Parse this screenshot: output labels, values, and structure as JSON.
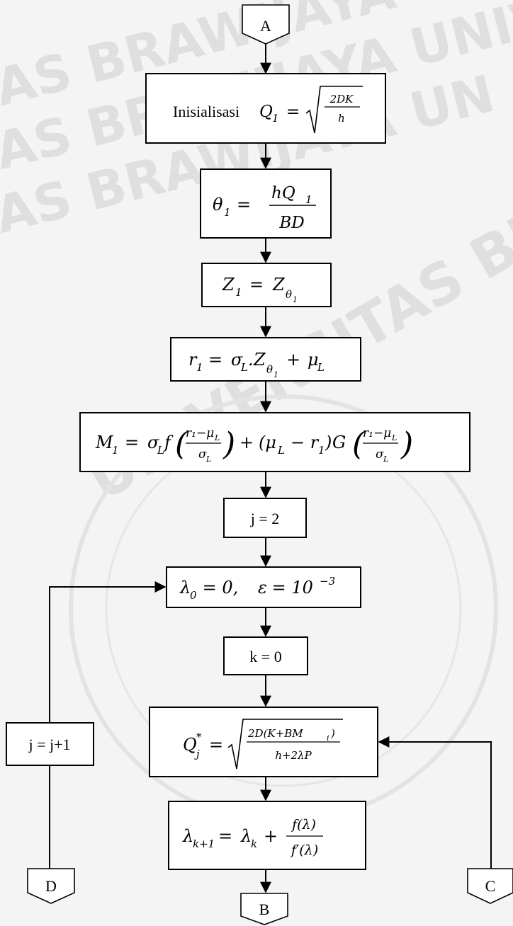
{
  "watermark": {
    "lines": [
      "AS BRAWIJAYA UNIVER",
      "AS BRAWIJAYA UNIV",
      "AS BRAWIJAYA UN",
      "UNIVERSITAS BRAWIJAYA"
    ],
    "text_color": "#cfcfcf"
  },
  "connectors": {
    "A": "A",
    "B": "B",
    "C": "C",
    "D": "D"
  },
  "steps": {
    "init": {
      "label": "Inisialisasi",
      "lhs": "Q",
      "sub": "1",
      "rad_num": "2DK",
      "rad_den": "h"
    },
    "theta": {
      "lhs": "θ",
      "sub": "1",
      "num": "hQ",
      "num_sub": "1",
      "den": "BD"
    },
    "z": {
      "lhs": "Z",
      "sub": "1",
      "rhs": "Z",
      "rhs_sub": "θ",
      "rhs_subsub": "1"
    },
    "r": {
      "lhs": "r",
      "sub": "1",
      "sigma": "σ",
      "sigma_sub": "L",
      "z": "Z",
      "z_sub": "θ",
      "z_subsub": "1",
      "mu": "μ",
      "mu_sub": "L"
    },
    "m": {
      "lhs": "M",
      "sub": "1",
      "f": "f",
      "g": "G",
      "frac_num": "r₁−μ",
      "frac_num_sub": "L",
      "frac_den": "σ",
      "frac_den_sub": "L",
      "paren_mid": "(μ",
      "paren_mid_sub": "L",
      "paren_mid_rest": "− r",
      "paren_mid_rest_sub": "1",
      "paren_close": ")"
    },
    "j_init": {
      "text": "j = 2"
    },
    "lambda0": {
      "lambda": "λ",
      "sub": "0",
      "rest": " = 0, ",
      "eps": "ε",
      "eq": " = 10",
      "exp": "−3"
    },
    "k_init": {
      "text": "k = 0"
    },
    "qj": {
      "lhs": "Q",
      "sup": "*",
      "sub": "j",
      "num": "2D(K+BM",
      "num_sub": "i",
      "num_close": ")",
      "den": "h+2λP"
    },
    "lambda_update": {
      "lhs": "λ",
      "sub": "k+1",
      "mid": "λ",
      "mid_sub": "k",
      "num": "f(λ)",
      "den": "f′(λ)"
    },
    "j_update": {
      "text": "j = j+1"
    }
  }
}
